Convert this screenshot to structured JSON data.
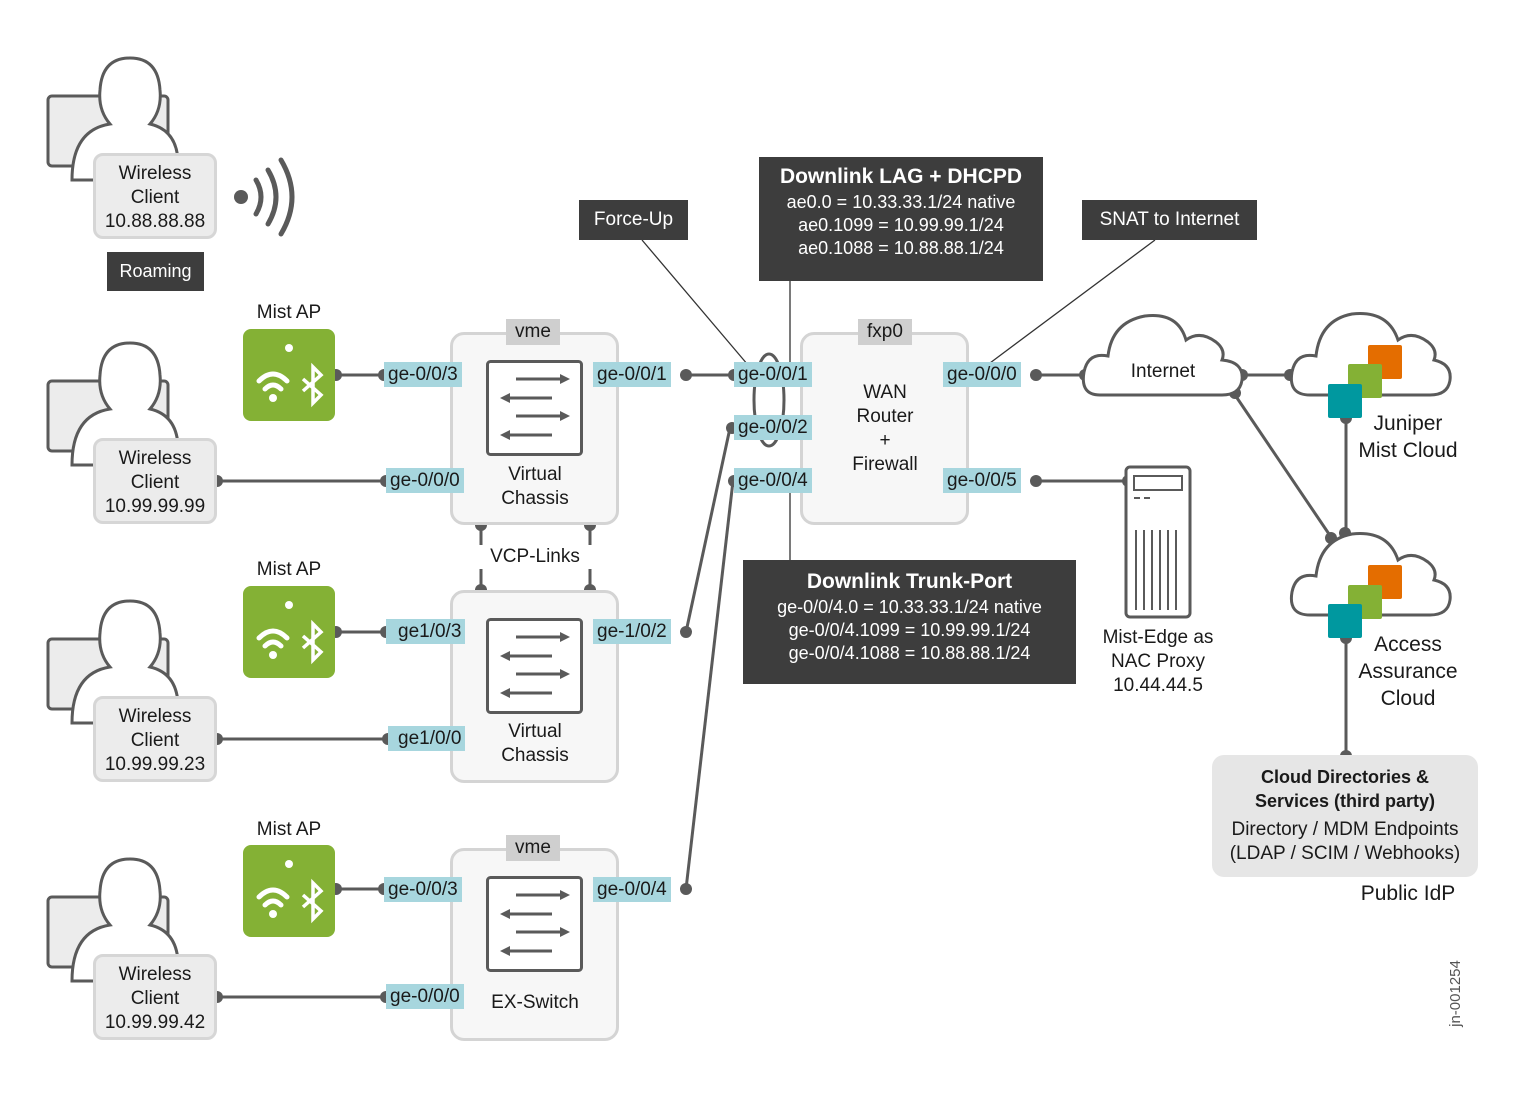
{
  "clients": [
    {
      "title": "Wireless",
      "subtitle": "Client",
      "ip": "10.88.88.88",
      "badge": "Roaming"
    },
    {
      "title": "Wireless",
      "subtitle": "Client",
      "ip": "10.99.99.99"
    },
    {
      "title": "Wireless",
      "subtitle": "Client",
      "ip": "10.99.99.23"
    },
    {
      "title": "Wireless",
      "subtitle": "Client",
      "ip": "10.99.99.42"
    }
  ],
  "access_points": [
    {
      "label": "Mist AP",
      "port": "ge-0/0/3"
    },
    {
      "label": "Mist AP",
      "port": "ge1/0/3"
    },
    {
      "label": "Mist AP",
      "port": "ge-0/0/3"
    }
  ],
  "switches": [
    {
      "tag": "vme",
      "name_line1": "Virtual",
      "name_line2": "Chassis",
      "client_port": "ge-0/0/0",
      "uplink_port": "ge-0/0/1"
    },
    {
      "tag": "",
      "name_line1": "Virtual",
      "name_line2": "Chassis",
      "client_port": "ge1/0/0",
      "uplink_port": "ge-1/0/2"
    },
    {
      "tag": "vme",
      "name_line1": "EX-Switch",
      "name_line2": "",
      "client_port": "ge-0/0/0",
      "uplink_port": "ge-0/0/4"
    }
  ],
  "vcp_links_label": "VCP-Links",
  "router": {
    "tag": "fxp0",
    "name_lines": [
      "WAN",
      "Router",
      "+",
      "Firewall"
    ],
    "ports_left": [
      "ge-0/0/1",
      "ge-0/0/2",
      "ge-0/0/4"
    ],
    "port_wan": "ge-0/0/0",
    "port_nac": "ge-0/0/5"
  },
  "callouts": {
    "force_up": "Force-Up",
    "lag": {
      "title": "Downlink LAG + DHCPD",
      "lines": [
        "ae0.0 = 10.33.33.1/24 native",
        "ae0.1099 = 10.99.99.1/24",
        "ae0.1088 = 10.88.88.1/24"
      ]
    },
    "snat": "SNAT to Internet",
    "trunk": {
      "title": "Downlink Trunk-Port",
      "lines": [
        "ge-0/0/4.0 = 10.33.33.1/24 native",
        "ge-0/0/4.1099 = 10.99.99.1/24",
        "ge-0/0/4.1088 = 10.88.88.1/24"
      ]
    }
  },
  "internet_label": "Internet",
  "mist_cloud": {
    "line1": "Juniper",
    "line2": "Mist Cloud"
  },
  "access_assurance": {
    "line1": "Access",
    "line2": "Assurance",
    "line3": "Cloud"
  },
  "nac_proxy": {
    "line1": "Mist-Edge as",
    "line2": "NAC Proxy",
    "line3": "10.44.44.5"
  },
  "directories": {
    "title1": "Cloud Directories &",
    "title2": "Services (third party)",
    "line1": "Directory / MDM Endpoints",
    "line2": "(LDAP / SCIM / Webhooks)"
  },
  "public_idp": "Public IdP",
  "figure_id": "jn-001254",
  "colors": {
    "port": "#a7d6de",
    "ap_green": "#84b135",
    "callout": "#3d3d3d",
    "teal": "#00989f",
    "green": "#84b135",
    "orange": "#e46d00",
    "line": "#5a5a5a"
  }
}
